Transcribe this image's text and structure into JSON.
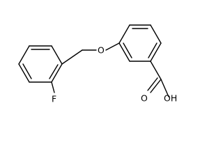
{
  "molecule": {
    "atoms": {
      "oxygen_ether": "O",
      "fluorine": "F",
      "carboxyl_oxygen": "O",
      "hydroxyl": "OH"
    }
  },
  "colors": {
    "bond": "#000000",
    "label": "#000000",
    "background": "#ffffff"
  }
}
